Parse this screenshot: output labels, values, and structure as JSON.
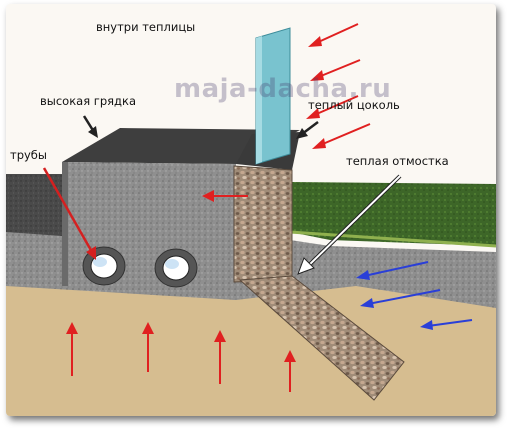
{
  "watermark": "maja-dacha.ru",
  "labels": {
    "inside": "внутри теплицы",
    "bed": "высокая грядка",
    "plinth": "теплый цоколь",
    "pipes": "трубы",
    "blind_area": "теплая отмостка"
  },
  "colors": {
    "heat_arrow": "#e02020",
    "cold_arrow": "#2a3fd8",
    "pointer": "#d42020",
    "gravel": "#9a8a7a",
    "soil": "#d8bf92",
    "glass": "#7fc6d2",
    "grass": "#3f6a2a"
  },
  "icons": [
    "heat-arrow-icon",
    "cold-arrow-icon",
    "pipe-icon"
  ]
}
